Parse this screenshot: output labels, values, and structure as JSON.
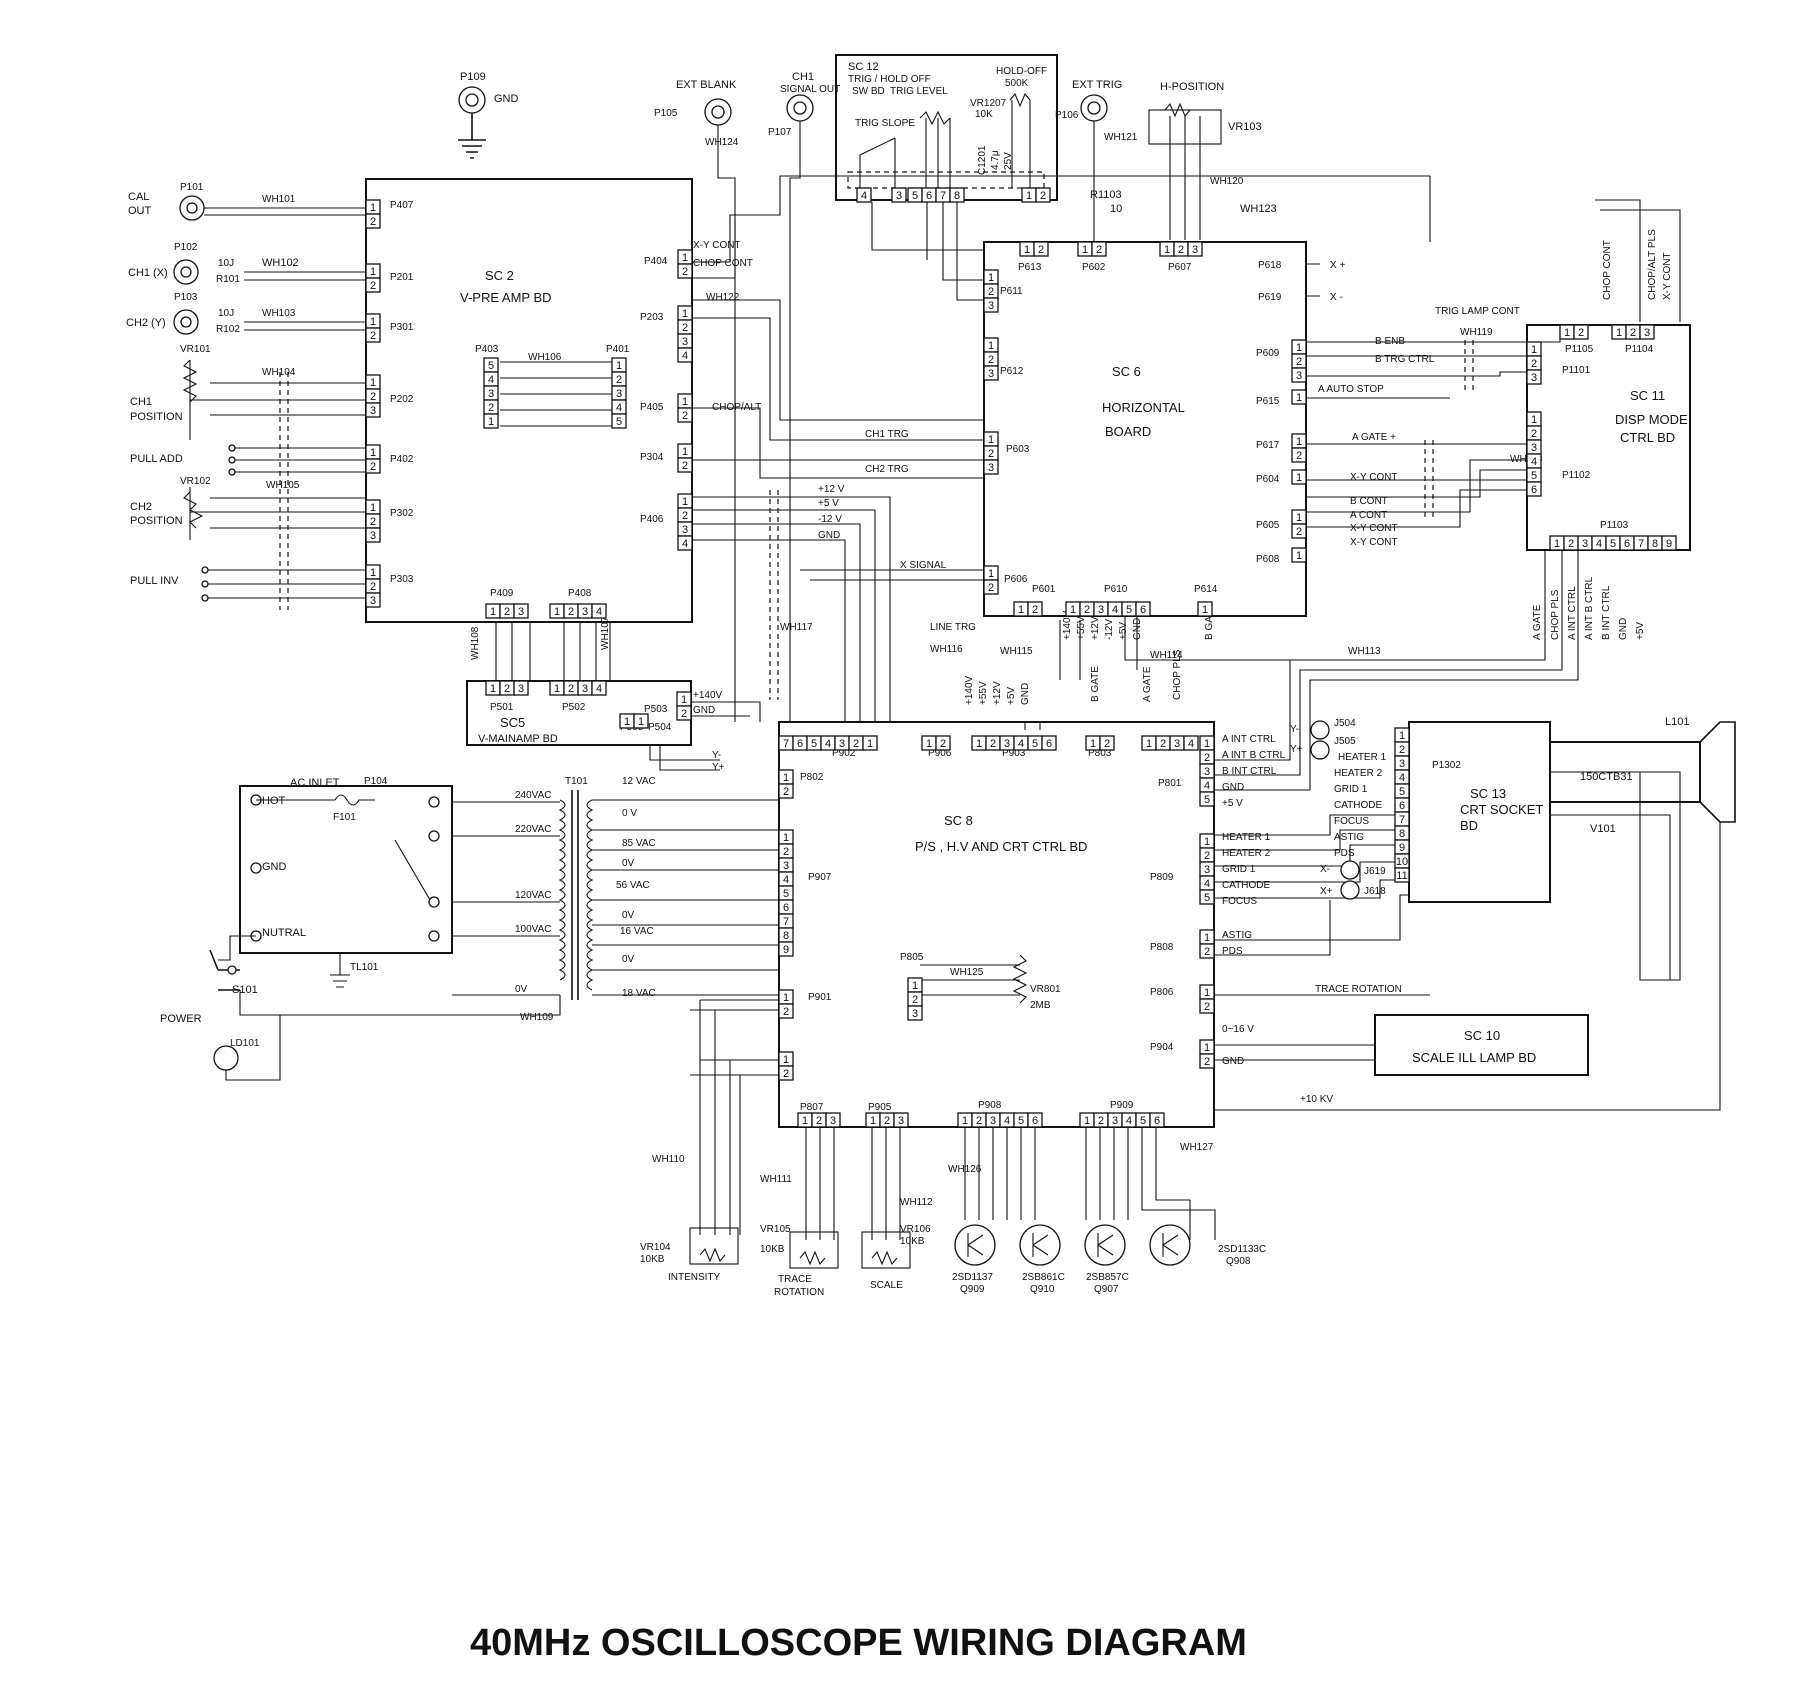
{
  "title": "40MHz OSCILLOSCOPE WIRING DIAGRAM",
  "boards": {
    "sc2": [
      "SC 2",
      "V-PRE AMP BD"
    ],
    "sc5": [
      "SC5",
      "V-MAINAMP BD"
    ],
    "sc6": [
      "SC 6",
      "HORIZONTAL",
      "BOARD"
    ],
    "sc8": [
      "SC 8",
      "P/S , H.V AND CRT CTRL BD"
    ],
    "sc10": [
      "SC 10",
      "SCALE ILL LAMP BD"
    ],
    "sc11": [
      "SC 11",
      "DISP MODE",
      "CTRL BD"
    ],
    "sc12": [
      "SC 12",
      "TRIG / HOLD OFF",
      "SW BD",
      "TRIG LEVEL",
      "TRIG SLOPE",
      "HOLD-OFF",
      "500K",
      "VR1207",
      "10K",
      "C1201",
      "4.7μ",
      "25V"
    ],
    "sc13": [
      "SC 13",
      "CRT SOCKET",
      "BD"
    ],
    "ac": [
      "AC INLET",
      "HOT",
      "GND",
      "NUTRAL"
    ],
    "crt": [
      "150CTB31",
      "V101",
      "L101"
    ]
  },
  "jacks": {
    "p109": [
      "P109",
      "GND"
    ],
    "p101": [
      "CAL",
      "OUT",
      "P101"
    ],
    "p102": [
      "P102",
      "CH1 (X)",
      "10J",
      "R101"
    ],
    "p103": [
      "P103",
      "CH2 (Y)",
      "10J",
      "R102"
    ],
    "p105": [
      "EXT BLANK",
      "P105",
      "WH124"
    ],
    "p107": [
      "CH1",
      "SIGNAL OUT",
      "P107"
    ],
    "p106": [
      "EXT TRIG",
      "P106",
      "WH121",
      "R1103",
      "10"
    ],
    "hpos": [
      "H-POSITION",
      "VR103"
    ]
  },
  "controls": {
    "ch1pos": [
      "VR101",
      "CH1",
      "POSITION",
      "PULL ADD"
    ],
    "ch2pos": [
      "VR102",
      "CH2",
      "POSITION",
      "PULL INV"
    ],
    "power": [
      "S101",
      "POWER",
      "LD101",
      "F101",
      "P104",
      "TL101",
      "T101"
    ],
    "pots": [
      "VR104",
      "10KB",
      "INTENSITY",
      "VR105",
      "10KB",
      "TRACE",
      "ROTATION",
      "VR106",
      "10KB",
      "SCALE",
      "VR801",
      "2MB"
    ],
    "transistors": [
      "2SD1137",
      "Q909",
      "2SB861C",
      "Q910",
      "2SB857C",
      "Q907",
      "2SD1133C",
      "Q908"
    ]
  },
  "connectors": {
    "sc2_left": [
      "P407",
      "P201",
      "P301",
      "P202",
      "P402",
      "P302",
      "P303"
    ],
    "sc2_right": [
      "P404",
      "P203",
      "P405",
      "P304",
      "P406",
      "P403",
      "P401",
      "P409",
      "P408"
    ],
    "sc5": [
      "P501",
      "P502",
      "P505",
      "P504",
      "P503"
    ],
    "sc6": [
      "P611",
      "P612",
      "P603",
      "P606",
      "P613",
      "P602",
      "P607",
      "P618",
      "P619",
      "P609",
      "P615",
      "P617",
      "P604",
      "P605",
      "P608",
      "P601",
      "P610",
      "P614"
    ],
    "sc8": [
      "P902",
      "P906",
      "P903",
      "P803",
      "P801",
      "P802",
      "P907",
      "P901",
      "P904",
      "P809",
      "P808",
      "P806",
      "P805",
      "P807",
      "P905",
      "P908",
      "P909"
    ],
    "sc11": [
      "P1105",
      "P1104",
      "P1101",
      "P1102",
      "P1103"
    ],
    "sc13": [
      "P1302",
      "J504",
      "J505",
      "J619",
      "J618"
    ]
  },
  "wires": [
    "WH101",
    "WH102",
    "WH103",
    "WH104",
    "WH105",
    "WH106",
    "WH107",
    "WH108",
    "WH109",
    "WH110",
    "WH111",
    "WH112",
    "WH113",
    "WH114",
    "WH115",
    "WH116",
    "WH117",
    "WH118",
    "WH119",
    "WH120",
    "WH122",
    "WH123",
    "WH125",
    "WH126",
    "WH127"
  ],
  "signals": {
    "sc6_right": [
      "X +",
      "X -",
      "TRIG LAMP CONT",
      "B ENB",
      "B TRG CTRL",
      "A AUTO STOP",
      "A GATE +",
      "X-Y CONT",
      "B CONT",
      "A CONT",
      "X-Y CONT",
      "X-Y CONT"
    ],
    "sc11_top": [
      "CHOP CONT",
      "CHOP/ALT PLS",
      "X-Y CONT"
    ],
    "sc11_bottom": [
      "A GATE",
      "CHOP PLS",
      "A INT CTRL",
      "A INT B CTRL",
      "B INT CTRL",
      "GND",
      "+5V"
    ],
    "sc2": [
      "X-Y CONT",
      "CHOP CONT",
      "CHOP/ALT",
      "CH1 TRG",
      "CH2 TRG",
      "X SIGNAL",
      "+12 V",
      "+5 V",
      "-12 V",
      "GND"
    ],
    "sc8_top": [
      "+140V",
      "+55V",
      "+12V",
      "+5V",
      "GND",
      "+140V",
      "+55V",
      "+12V",
      "-12V",
      "+5V",
      "GND",
      "B GATE",
      "A GATE",
      "CHOP PLS",
      "B GATE",
      "LINE TRG"
    ],
    "sc5": [
      "+140V",
      "GND",
      "Y-",
      "Y+"
    ],
    "sc8_right": [
      "A INT CTRL",
      "A INT B CTRL",
      "B INT CTRL",
      "GND",
      "+5 V",
      "HEATER 1",
      "HEATER 2",
      "GRID 1",
      "CATHODE",
      "FOCUS",
      "ASTIG",
      "PDS",
      "TRACE ROTATION",
      "0~16 V",
      "GND",
      "+10 KV"
    ],
    "sc13_left": [
      "HEATER 1",
      "HEATER 2",
      "GRID 1",
      "CATHODE",
      "FOCUS",
      "ASTIG",
      "PDS",
      "Y-",
      "Y+",
      "X-",
      "X+"
    ],
    "transformer": [
      "240VAC",
      "220VAC",
      "120VAC",
      "100VAC",
      "0V",
      "12 VAC",
      "0 V",
      "85 VAC",
      "0V",
      "56 VAC",
      "0V",
      "16 VAC",
      "0V",
      "18 VAC"
    ]
  }
}
